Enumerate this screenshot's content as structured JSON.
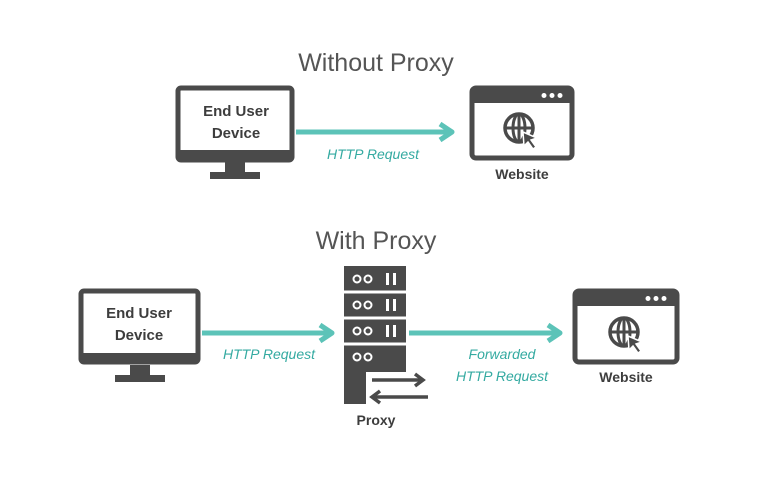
{
  "colors": {
    "accent": "#5cc3b8",
    "accent_text": "#34aaa1",
    "icon": "#4a4a4a"
  },
  "without_proxy": {
    "title": "Without Proxy",
    "device": {
      "line1": "End User",
      "line2": "Device"
    },
    "request": "HTTP Request",
    "website": "Website"
  },
  "with_proxy": {
    "title": "With Proxy",
    "device": {
      "line1": "End User",
      "line2": "Device"
    },
    "request": "HTTP Request",
    "forwarded": {
      "line1": "Forwarded",
      "line2": "HTTP Request"
    },
    "proxy": "Proxy",
    "website": "Website"
  }
}
